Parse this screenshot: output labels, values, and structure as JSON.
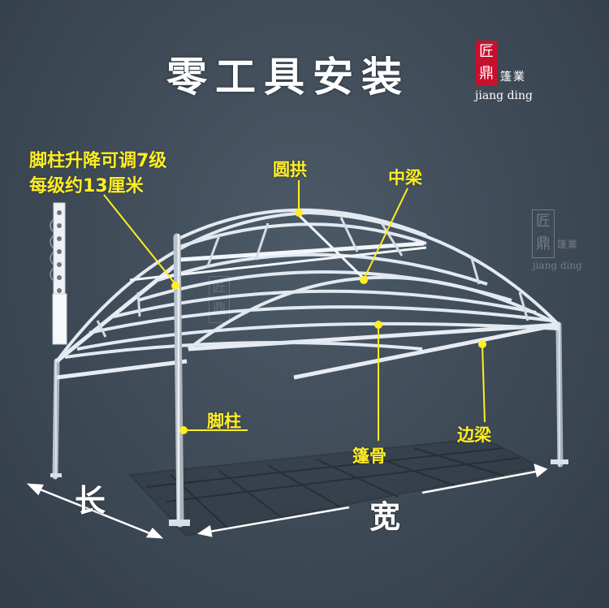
{
  "title": "零工具安装",
  "brand": {
    "seal_chars": [
      "匠",
      "鼎"
    ],
    "name_cn": "篷業",
    "name_en": "jiang ding"
  },
  "labels": {
    "leg_adjust_line1": "脚柱升降可调7级",
    "leg_adjust_line2": "每级约13厘米",
    "arch": "圆拱",
    "middle_beam": "中梁",
    "leg": "脚柱",
    "rib": "篷骨",
    "side_beam": "边梁",
    "length": "长",
    "width": "宽"
  },
  "colors": {
    "background": "#3d4a56",
    "label_yellow": "#ffee22",
    "frame_silver": "#dfe6ee",
    "seal_red": "#c8102e"
  }
}
